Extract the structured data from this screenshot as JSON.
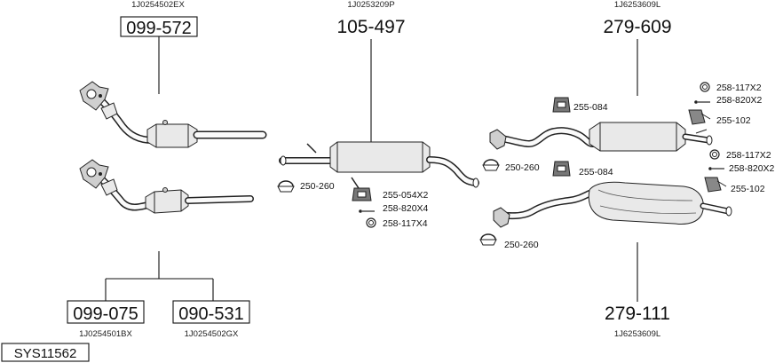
{
  "system_code": "SYS11562",
  "groups": {
    "catalyst": {
      "oem_top": "1J0254502EX",
      "part_top": "099-572",
      "part_left": "099-075",
      "oem_left": "1J0254501BX",
      "part_right": "090-531",
      "oem_right": "1J0254502GX"
    },
    "middle": {
      "oem": "1J0253209P",
      "part": "105-497",
      "accessories": [
        "250-260",
        "255-054X2",
        "258-820X4",
        "258-117X4"
      ]
    },
    "rear_top": {
      "oem": "1J6253609L",
      "part": "279-609",
      "accessories": [
        "255-084",
        "258-117X2",
        "258-820X2",
        "255-102",
        "250-260"
      ]
    },
    "rear_bottom": {
      "oem": "1J6253609L",
      "part": "279-111",
      "accessories": [
        "255-084",
        "258-117X2",
        "258-820X2",
        "255-102",
        "250-260"
      ]
    }
  }
}
